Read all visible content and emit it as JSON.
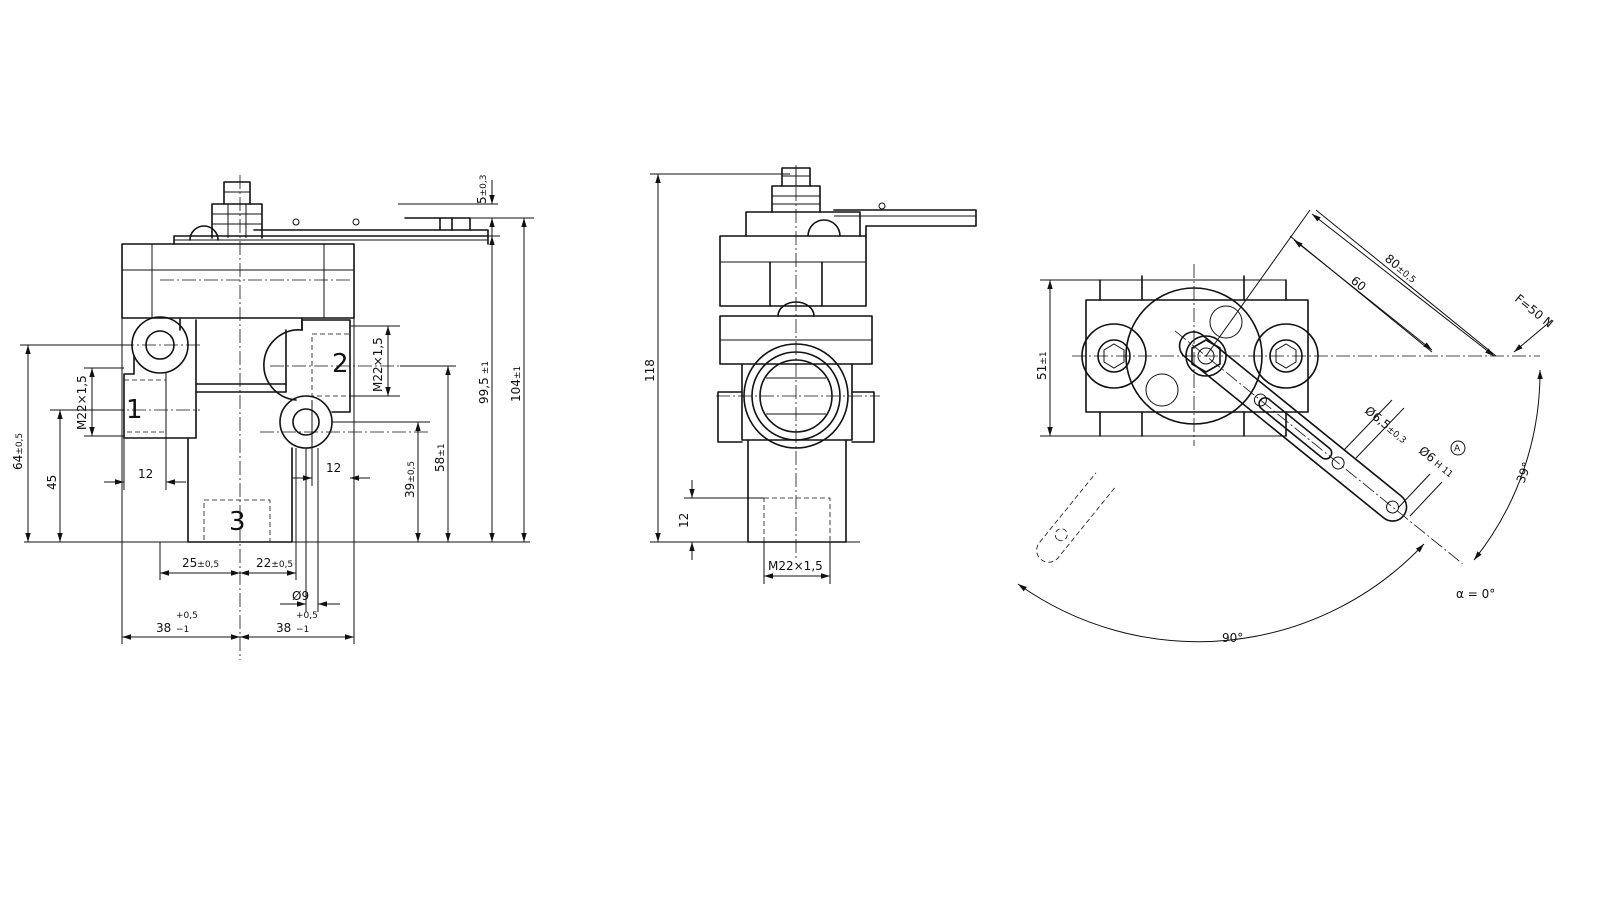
{
  "front_view": {
    "ports": {
      "port_1": "1",
      "port_2": "2",
      "port_3": "3"
    },
    "dims": {
      "d64": "64",
      "d64_tol": "±0,5",
      "d45": "45",
      "m22_left": "M22×1,5",
      "d12_left": "12",
      "m22_right": "M22×1,5",
      "d12_right": "12",
      "d39": "39",
      "d39_tol": "±0,5",
      "d58": "58",
      "d58_tol": "±1",
      "d99": "99,5",
      "d99_tol": "±1",
      "d104": "104",
      "d104_tol": "±1",
      "d5": "5",
      "d5_tol": "±0,3",
      "d25": "25",
      "d25_tol": "±0,5",
      "d22": "22",
      "d22_tol": "±0,5",
      "phi9": "Ø9",
      "d38_left": "38",
      "d38_left_tol_up": "+0,5",
      "d38_left_tol_dn": "−1",
      "d38_right": "38",
      "d38_right_tol_up": "+0,5",
      "d38_right_tol_dn": "−1"
    }
  },
  "side_view": {
    "dims": {
      "d118": "118",
      "d12": "12",
      "m22": "M22×1,5"
    }
  },
  "top_view": {
    "dims": {
      "d51": "51",
      "d51_tol": "±1",
      "d60": "60",
      "d80": "80",
      "d80_tol": "±0,5",
      "force": "F=50 N",
      "phi65": "Ø6,5",
      "phi65_tol": "±0,3",
      "phi6": "Ø6",
      "phi6_fit": "H 11",
      "ref_a": "A",
      "angle39": "39°",
      "alpha0": "α = 0°",
      "angle90": "90°"
    }
  }
}
